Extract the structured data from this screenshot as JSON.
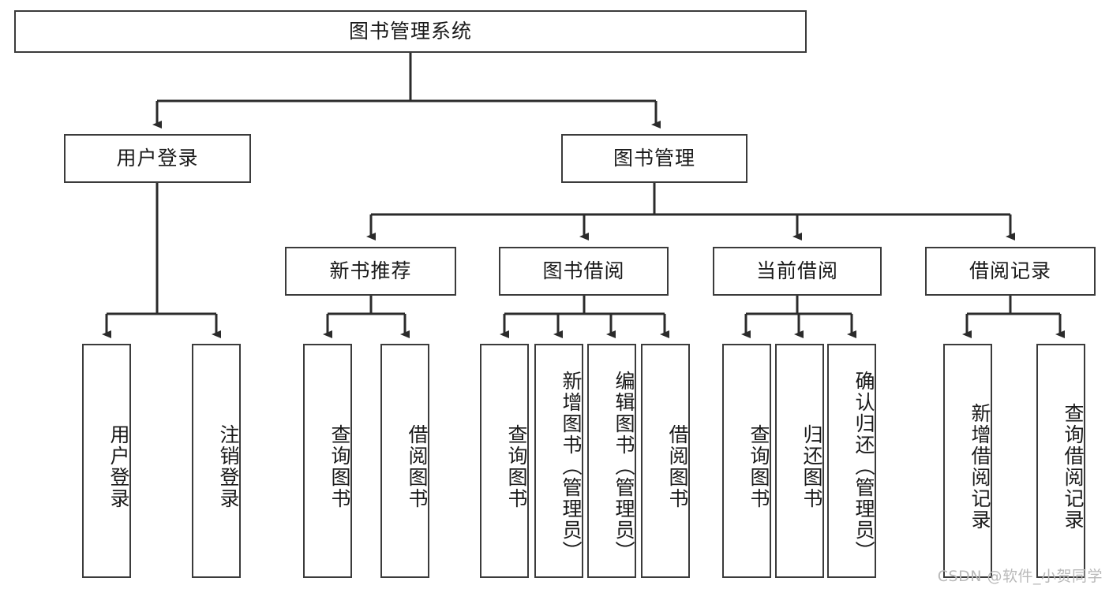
{
  "diagram": {
    "title": "图书管理系统",
    "watermark": "CSDN @软件_小贺同学",
    "colors": {
      "box_border": "#3b3b3b",
      "box_fill": "#ffffff",
      "edge": "#2b2b2b",
      "text": "#1a1a1a",
      "watermark": "#b9b9b9",
      "background": "#ffffff"
    },
    "root": {
      "label": "图书管理系统"
    },
    "level2": [
      {
        "label": "用户登录"
      },
      {
        "label": "图书管理"
      }
    ],
    "level3": [
      {
        "label": "新书推荐"
      },
      {
        "label": "图书借阅"
      },
      {
        "label": "当前借阅"
      },
      {
        "label": "借阅记录"
      }
    ],
    "leaves": {
      "user_login": [
        {
          "label": "用户登录"
        },
        {
          "label": "注销登录"
        }
      ],
      "new_book_recommend": [
        {
          "label": "查询图书"
        },
        {
          "label": "借阅图书"
        }
      ],
      "book_borrow": [
        {
          "label": "查询图书"
        },
        {
          "label": "新增图书（管理员）"
        },
        {
          "label": "编辑图书（管理员）"
        },
        {
          "label": "借阅图书"
        }
      ],
      "current_borrow": [
        {
          "label": "查询图书"
        },
        {
          "label": "归还图书"
        },
        {
          "label": "确认归还（管理员）"
        }
      ],
      "borrow_record": [
        {
          "label": "新增借阅记录"
        },
        {
          "label": "查询借阅记录"
        }
      ]
    }
  }
}
